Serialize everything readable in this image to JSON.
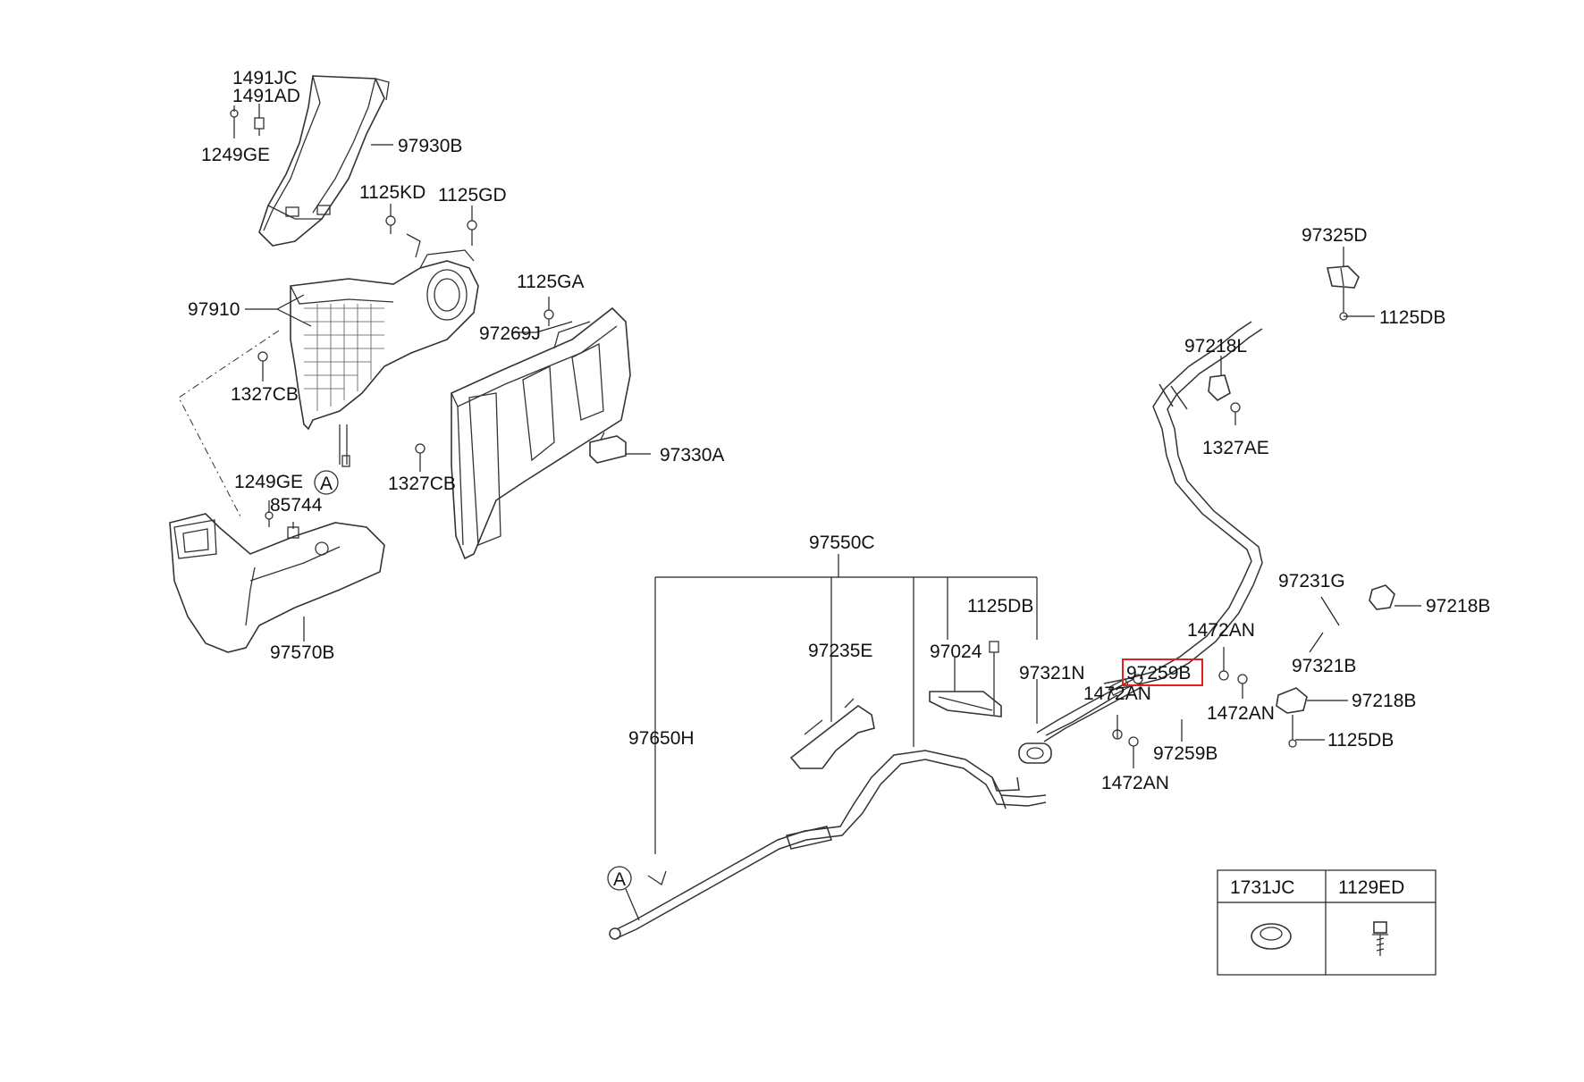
{
  "labels": {
    "l_1491jc": "1491JC",
    "l_1491ad": "1491AD",
    "l_1249ge_top": "1249GE",
    "l_97930b": "97930B",
    "l_1125kd": "1125KD",
    "l_1125gd": "1125GD",
    "l_1125ga": "1125GA",
    "l_97910": "97910",
    "l_97269j": "97269J",
    "l_1327cb_a": "1327CB",
    "l_1327cb_b": "1327CB",
    "l_97330a": "97330A",
    "l_1249ge_mid": "1249GE",
    "l_circle_a_top": "A",
    "l_85744": "85744",
    "l_97570b": "97570B",
    "l_97325d": "97325D",
    "l_1125db_top": "1125DB",
    "l_97218l": "97218L",
    "l_1327ae": "1327AE",
    "l_97231g": "97231G",
    "l_97218b_a": "97218B",
    "l_97321b": "97321B",
    "l_1472an_top": "1472AN",
    "l_97259b_hl": "97259B",
    "l_97218b_b": "97218B",
    "l_1472an_left": "1472AN",
    "l_1472an_right": "1472AN",
    "l_1125db_bot": "1125DB",
    "l_97259b": "97259B",
    "l_1472an_bot": "1472AN",
    "l_97550c": "97550C",
    "l_1125db_mid": "1125DB",
    "l_97235e": "97235E",
    "l_97024": "97024",
    "l_97321n": "97321N",
    "l_97650h": "97650H",
    "l_circle_a_bot": "A"
  },
  "legend_table": {
    "col1_header": "1731JC",
    "col2_header": "1129ED"
  },
  "highlight": {
    "color": "#e02020"
  }
}
